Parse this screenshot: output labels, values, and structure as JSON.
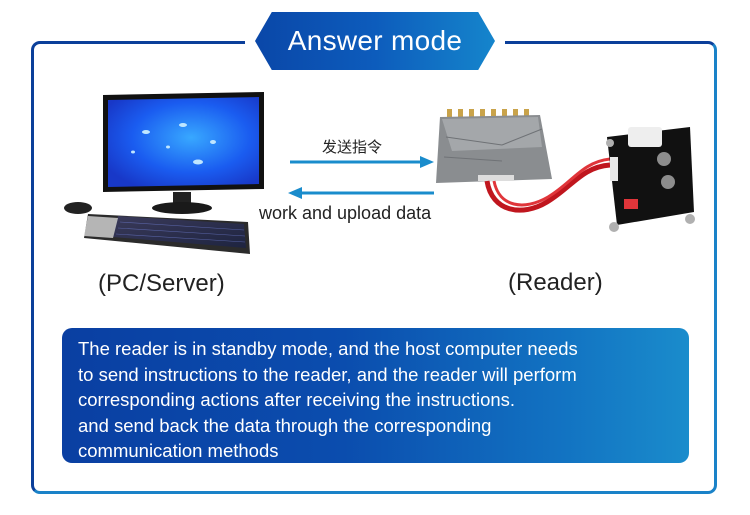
{
  "title": "Answer mode",
  "arrows": {
    "send_label": "发送指令",
    "return_label": "work and upload data",
    "color": "#1a8ccc"
  },
  "devices": {
    "pc_caption": "(PC/Server)",
    "reader_caption": "(Reader)"
  },
  "description": "The reader is in standby mode, and the host computer needs\nto send instructions to the reader, and the reader will perform\ncorresponding actions after receiving the instructions.\nand send back the data through the corresponding\ncommunication methods",
  "colors": {
    "frame_dark": "#0b3f9a",
    "frame_light": "#1a82c8",
    "panel_start": "#0a3fa2",
    "panel_end": "#1a8ccc"
  }
}
